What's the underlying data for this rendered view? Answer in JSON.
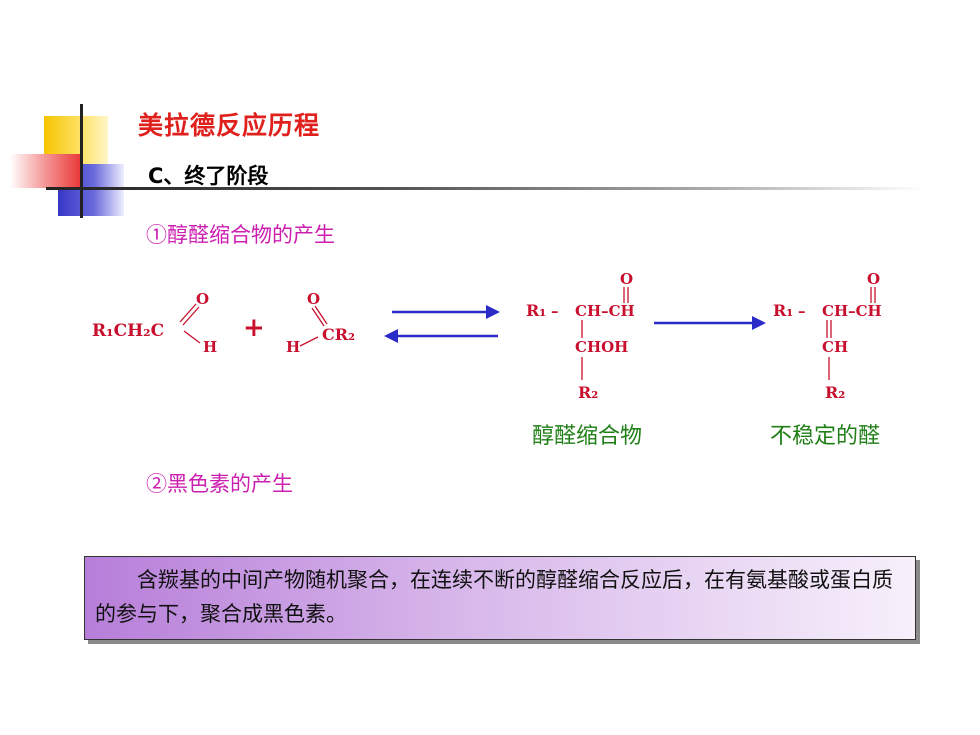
{
  "slide": {
    "title": "美拉德反应历程",
    "subtitle": "C、终了阶段",
    "section1": "①醇醛缩合物的产生",
    "section2": "②黑色素的产生",
    "caption1": "醇醛缩合物",
    "caption2": "不稳定的醛",
    "note": "含羰基的中间产物随机聚合，在连续不断的醇醛缩合反应后，在有氨基酸或蛋白质的参与下，聚合成黑色素。"
  },
  "reaction": {
    "reactant1": {
      "main": "R₁CH₂C",
      "o": "O",
      "h": "H"
    },
    "plus": "+",
    "reactant2": {
      "o": "O",
      "h": "H",
      "r": "CR₂"
    },
    "product1": {
      "r1": "R₁",
      "dash": "–",
      "chain": "CH–CH",
      "o": "O",
      "choh": "CHOH",
      "r2": "R₂"
    },
    "product2": {
      "r1": "R₁",
      "dash": "–",
      "chain": "CH–CH",
      "o": "O",
      "ch": "CH",
      "r2": "R₂"
    }
  },
  "colors": {
    "title": "#e0201c",
    "section": "#cc1fb0",
    "caption": "#1f7f16",
    "formula": "#c8102e",
    "arrow": "#2b2bc8"
  }
}
